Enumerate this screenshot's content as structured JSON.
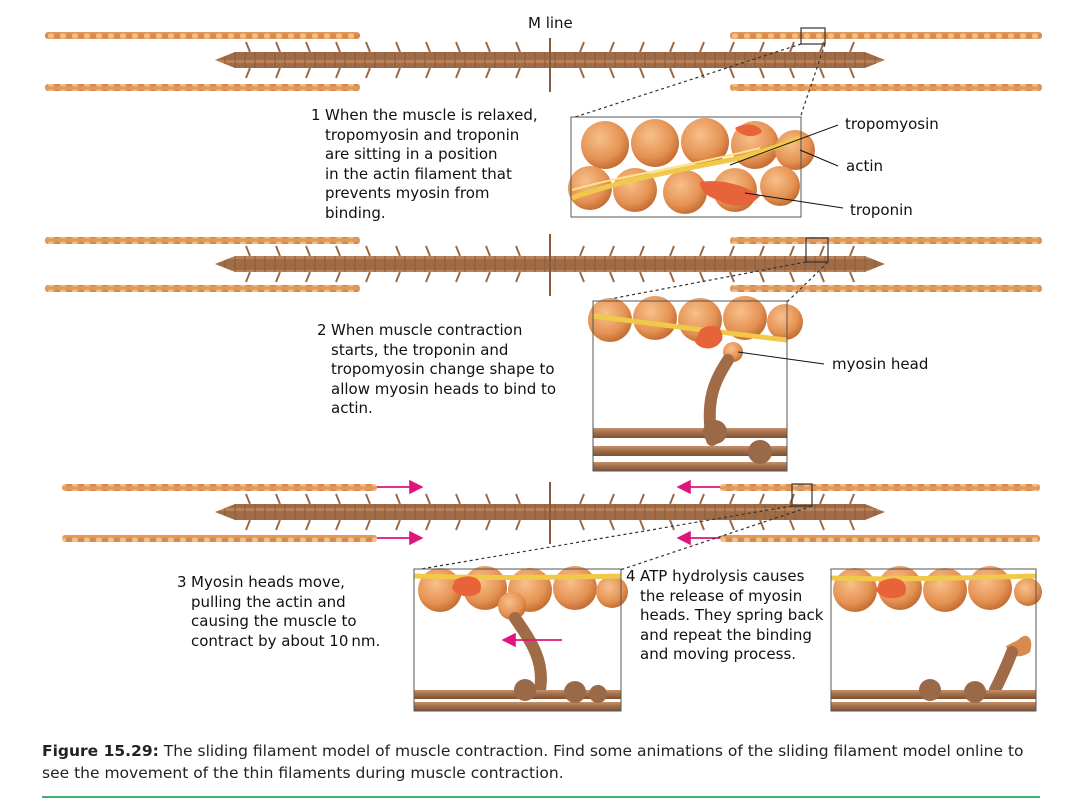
{
  "labels": {
    "m_line": "M line",
    "tropomyosin": "tropomyosin",
    "actin": "actin",
    "troponin": "troponin",
    "myosin_head": "myosin head"
  },
  "steps": [
    {
      "num": "1",
      "lines": [
        "When the muscle is relaxed,",
        "tropomyosin and troponin",
        "are sitting in a position",
        "in the actin filament that",
        "prevents myosin from",
        "binding."
      ]
    },
    {
      "num": "2",
      "lines": [
        "When muscle contraction",
        "starts, the troponin and",
        "tropomyosin change shape to",
        "allow myosin heads to bind to",
        "actin."
      ]
    },
    {
      "num": "3",
      "lines": [
        "Myosin heads move,",
        "pulling the actin and",
        "causing the muscle to",
        "contract by about 10 nm."
      ]
    },
    {
      "num": "4",
      "lines": [
        "ATP hydrolysis causes",
        "the release of myosin",
        "heads. They spring back",
        "and repeat the binding",
        "and moving process."
      ]
    }
  ],
  "caption": {
    "label": "Figure 15.29:",
    "text": " The sliding filament model of muscle contraction. Find some animations of the sliding filament model online to see the movement of the thin filaments during muscle contraction."
  },
  "colors": {
    "thick_filament": "#9a6a48",
    "actin": "#e6a064",
    "actin_light": "#f2c08a",
    "tropomyosin": "#f0c94a",
    "troponin": "#e8623a",
    "arrow": "#e0157c",
    "rule": "#3cb371"
  }
}
